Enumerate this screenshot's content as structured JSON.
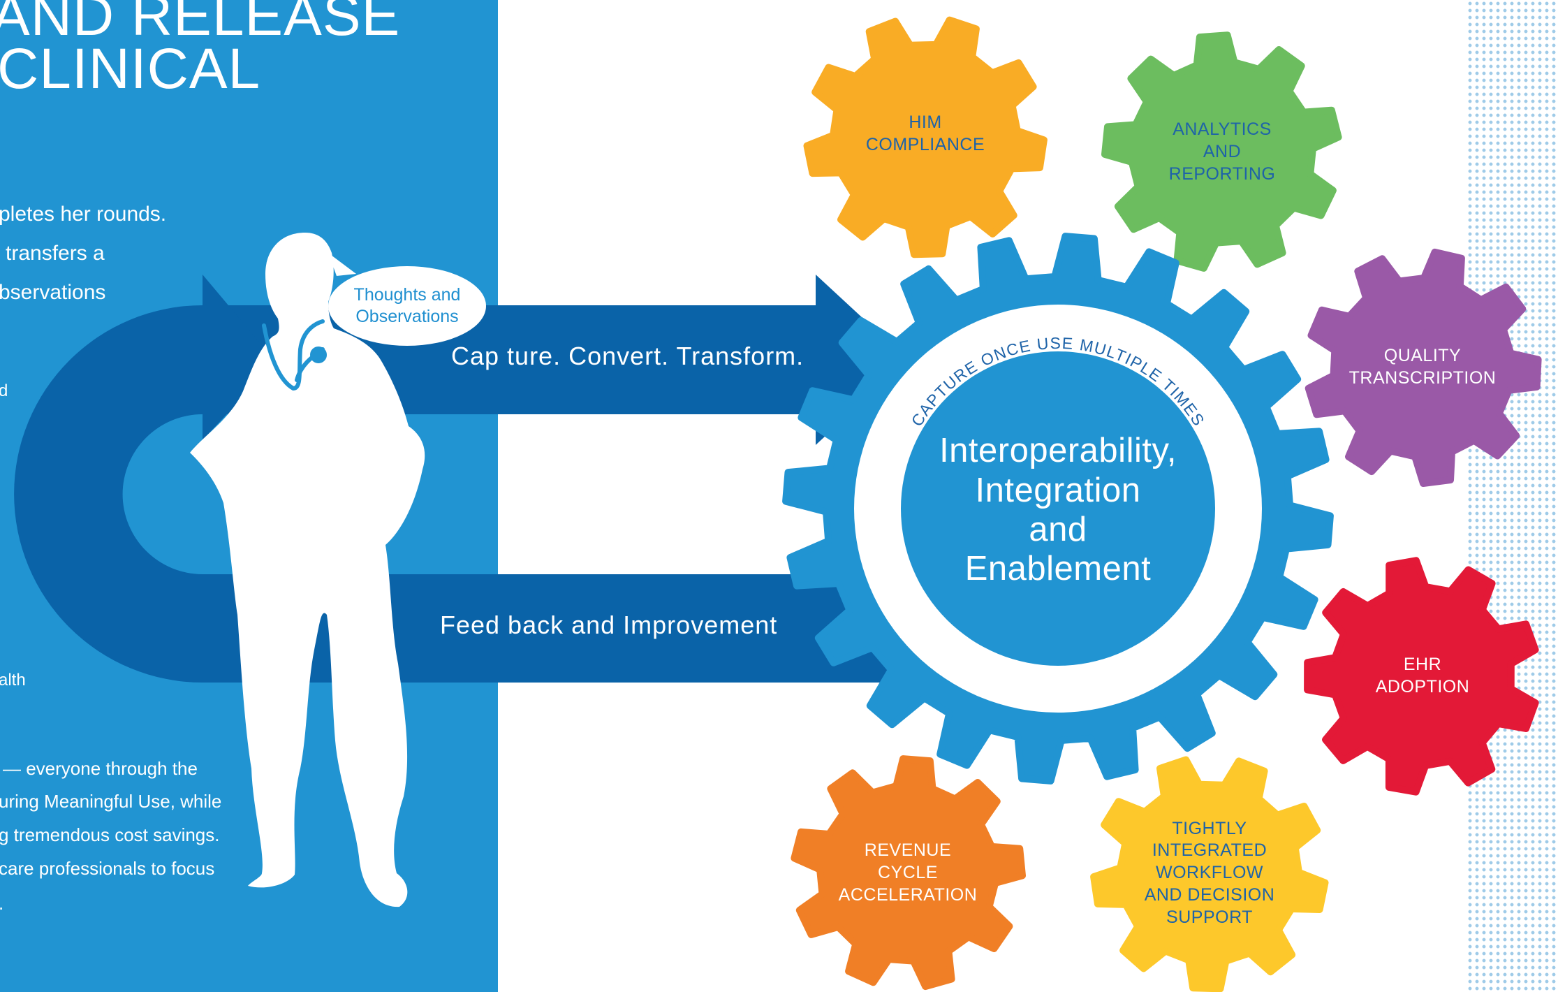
{
  "headline": {
    "line1": "AND RELEASE",
    "line2": "CLINICAL"
  },
  "body_lines": {
    "l1": "pletes her rounds.",
    "l2": "transfers a",
    "l3": "bservations",
    "l4": "d",
    "l5": "alth",
    "l6": "— everyone through the",
    "l7": "uring Meaningful Use, while",
    "l8": "g tremendous cost savings.",
    "l9": "care professionals to focus",
    "l10": "."
  },
  "speech_bubble": "Thoughts and\nObservations",
  "arrows": {
    "top_label": "Cap ture. Convert. Transform.",
    "bottom_label": "Feed back and Improvement"
  },
  "center_gear": {
    "ring_text": "CAPTURE ONCE USE MULTIPLE TIMES",
    "title": "Interoperability,\nIntegration\nand\nEnablement"
  },
  "gears": {
    "him": {
      "label": "HIM\nCOMPLIANCE",
      "color": "#f9ac25",
      "text_color": "#1e63a8"
    },
    "analytics": {
      "label": "ANALYTICS\nAND\nREPORTING",
      "color": "#6cbd5f",
      "text_color": "#1e63a8"
    },
    "quality": {
      "label": "QUALITY\nTRANSCRIPTION",
      "color": "#9a59a7",
      "text_color": "#ffffff"
    },
    "ehr": {
      "label": "EHR\nADOPTION",
      "color": "#e31937",
      "text_color": "#ffffff"
    },
    "revenue": {
      "label": "REVENUE\nCYCLE\nACCELERATION",
      "color": "#f07f26",
      "text_color": "#ffffff"
    },
    "workflow": {
      "label": "TIGHTLY\nINTEGRATED\nWORKFLOW\nAND DECISION\nSUPPORT",
      "color": "#fdc82b",
      "text_color": "#1e63a8"
    }
  },
  "colors": {
    "panel_blue": "#2194d2",
    "arrow_blue": "#0a63a8",
    "center_gear_blue": "#2194d2",
    "figure": "#ffffff"
  }
}
